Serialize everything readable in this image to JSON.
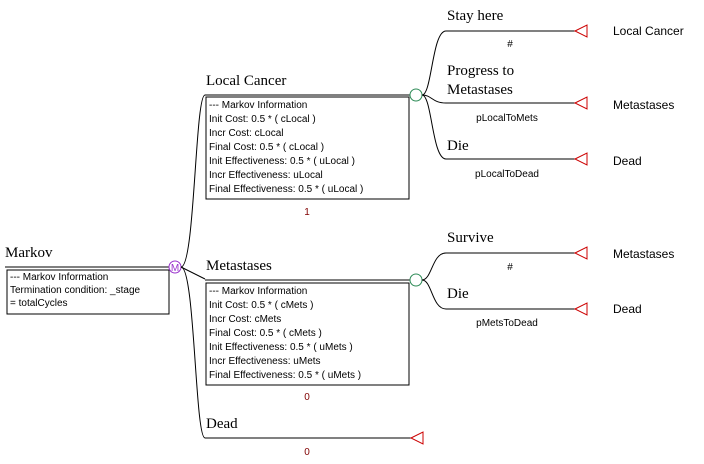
{
  "root": {
    "label": "Markov",
    "node_symbol": "M",
    "info": [
      "--- Markov Information",
      " Termination condition: _stage",
      "= totalCycles"
    ]
  },
  "states": [
    {
      "label": "Local Cancer",
      "info": [
        "--- Markov Information",
        "Init Cost: 0.5 * ( cLocal )",
        "Incr Cost: cLocal",
        "Final Cost: 0.5 * ( cLocal )",
        "Init Effectiveness: 0.5 * ( uLocal )",
        "Incr Effectiveness: uLocal",
        "Final Effectiveness: 0.5 * ( uLocal )"
      ],
      "reward": "1",
      "branches": [
        {
          "label": "Stay here",
          "prob": "#",
          "terminal": "Local Cancer"
        },
        {
          "label": "Progress to\nMetastases",
          "label_lines": [
            "Progress to",
            "Metastases"
          ],
          "prob": "pLocalToMets",
          "terminal": "Metastases"
        },
        {
          "label": "Die",
          "prob": "pLocalToDead",
          "terminal": "Dead"
        }
      ]
    },
    {
      "label": "Metastases",
      "info": [
        "--- Markov Information",
        "Init Cost: 0.5 * ( cMets )",
        "Incr Cost: cMets",
        "Final Cost: 0.5 * ( cMets )",
        "Init Effectiveness: 0.5 * ( uMets )",
        "Incr Effectiveness: uMets",
        "Final Effectiveness: 0.5 * ( uMets )"
      ],
      "reward": "0",
      "branches": [
        {
          "label": "Survive",
          "prob": "#",
          "terminal": "Metastases"
        },
        {
          "label": "Die",
          "prob": "pMetsToDead",
          "terminal": "Dead"
        }
      ]
    },
    {
      "label": "Dead",
      "reward": "0"
    }
  ]
}
